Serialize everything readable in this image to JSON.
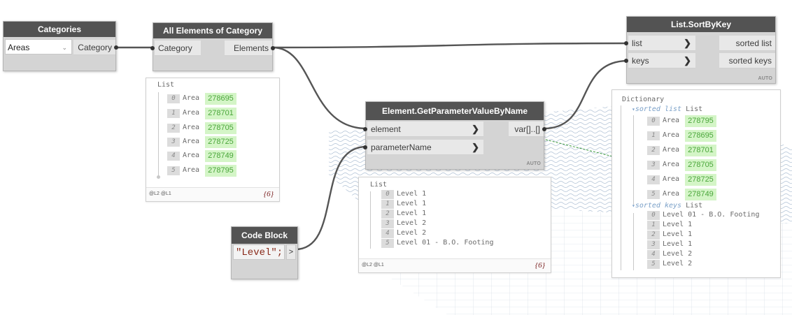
{
  "canvas": {
    "background": "#ffffff",
    "node_header_color": "#535353",
    "node_body_color": "#d4d4d4",
    "preview_value_bg": "#d4f5c7",
    "preview_value_color": "#4aa63a"
  },
  "nodes": {
    "categories": {
      "title": "Categories",
      "dropdown_value": "Areas",
      "output_label": "Category"
    },
    "all_elements": {
      "title": "All Elements of Category",
      "input_label": "Category",
      "output_label": "Elements"
    },
    "sort_by_key": {
      "title": "List.SortByKey",
      "inputs": [
        "list",
        "keys"
      ],
      "outputs": [
        "sorted list",
        "sorted keys"
      ],
      "lacing": "AUTO"
    },
    "get_param": {
      "title": "Element.GetParameterValueByName",
      "inputs": [
        "element",
        "parameterName"
      ],
      "output_label": "var[]..[]",
      "lacing": "AUTO"
    },
    "code_block": {
      "title": "Code Block",
      "code": "\"Level\";",
      "output_glyph": ">"
    }
  },
  "previews": {
    "elements": {
      "header": "List",
      "items": [
        {
          "index": "0",
          "type": "Area",
          "value": "278695"
        },
        {
          "index": "1",
          "type": "Area",
          "value": "278701"
        },
        {
          "index": "2",
          "type": "Area",
          "value": "278705"
        },
        {
          "index": "3",
          "type": "Area",
          "value": "278725"
        },
        {
          "index": "4",
          "type": "Area",
          "value": "278749"
        },
        {
          "index": "5",
          "type": "Area",
          "value": "278795"
        }
      ],
      "levels": "@L2 @L1",
      "count": "{6}"
    },
    "params": {
      "header": "List",
      "items": [
        {
          "index": "0",
          "value": "Level 1"
        },
        {
          "index": "1",
          "value": "Level 1"
        },
        {
          "index": "2",
          "value": "Level 1"
        },
        {
          "index": "3",
          "value": "Level 2"
        },
        {
          "index": "4",
          "value": "Level 2"
        },
        {
          "index": "5",
          "value": "Level 01 - B.O. Footing"
        }
      ],
      "levels": "@L2 @L1",
      "count": "{6}"
    },
    "dictionary": {
      "header": "Dictionary",
      "sorted_list_key": "sorted list",
      "sorted_keys_key": "sorted keys",
      "list_word": "List",
      "sorted_list": [
        {
          "index": "0",
          "type": "Area",
          "value": "278795"
        },
        {
          "index": "1",
          "type": "Area",
          "value": "278695"
        },
        {
          "index": "2",
          "type": "Area",
          "value": "278701"
        },
        {
          "index": "3",
          "type": "Area",
          "value": "278705"
        },
        {
          "index": "4",
          "type": "Area",
          "value": "278725"
        },
        {
          "index": "5",
          "type": "Area",
          "value": "278749"
        }
      ],
      "sorted_keys": [
        {
          "index": "0",
          "value": "Level 01 - B.O. Footing"
        },
        {
          "index": "1",
          "value": "Level 1"
        },
        {
          "index": "2",
          "value": "Level 1"
        },
        {
          "index": "3",
          "value": "Level 1"
        },
        {
          "index": "4",
          "value": "Level 2"
        },
        {
          "index": "5",
          "value": "Level 2"
        }
      ]
    }
  }
}
